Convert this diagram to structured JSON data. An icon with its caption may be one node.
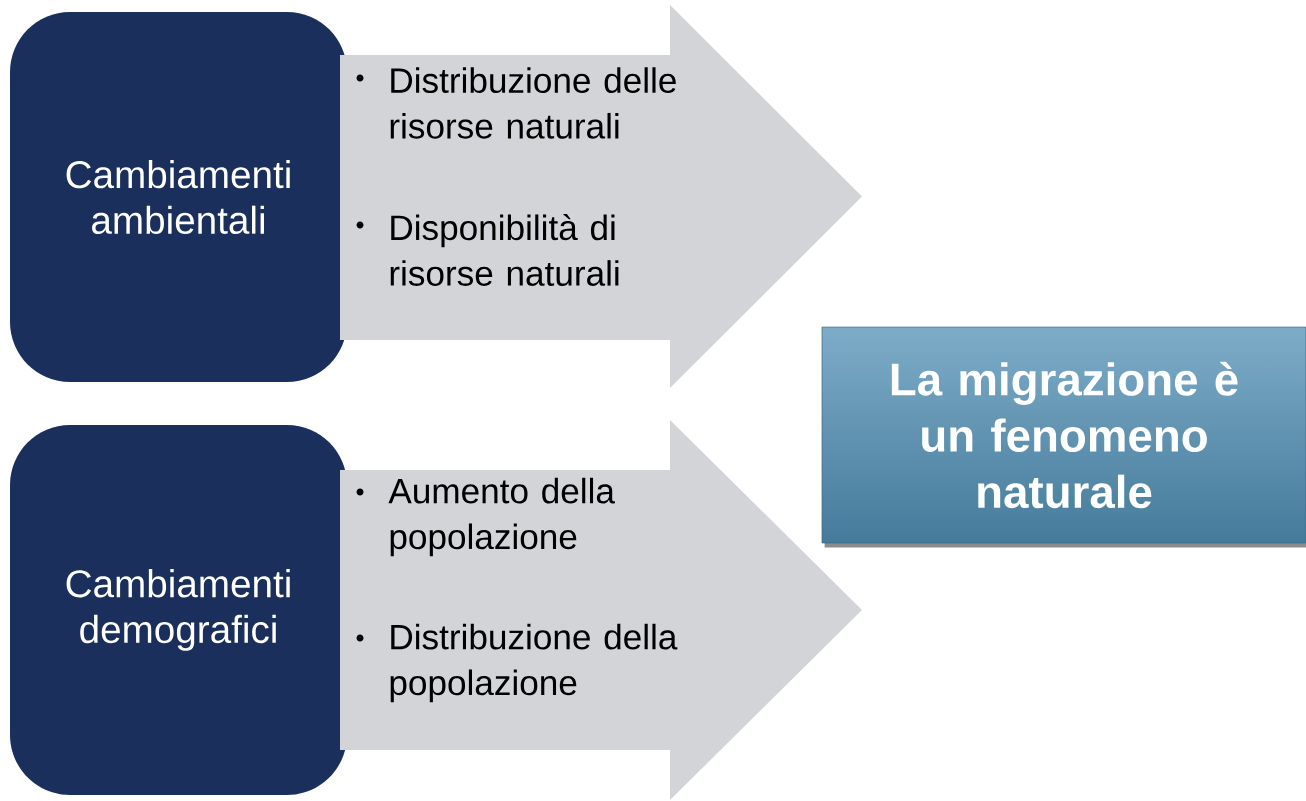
{
  "diagram": {
    "nodes": [
      {
        "text": [
          "Cambiamenti ambientali"
        ]
      },
      {
        "text": [
          "Distribuzione delle risorse naturali",
          "Disponibilità di risorse naturali"
        ]
      },
      {
        "text": [
          "Cambiamenti demografici"
        ]
      },
      {
        "text": [
          "Aumento della popolazione",
          "Distribuzione della popolazione"
        ]
      },
      {
        "text": [
          "La migrazione è un fenomeno naturale"
        ]
      }
    ]
  }
}
